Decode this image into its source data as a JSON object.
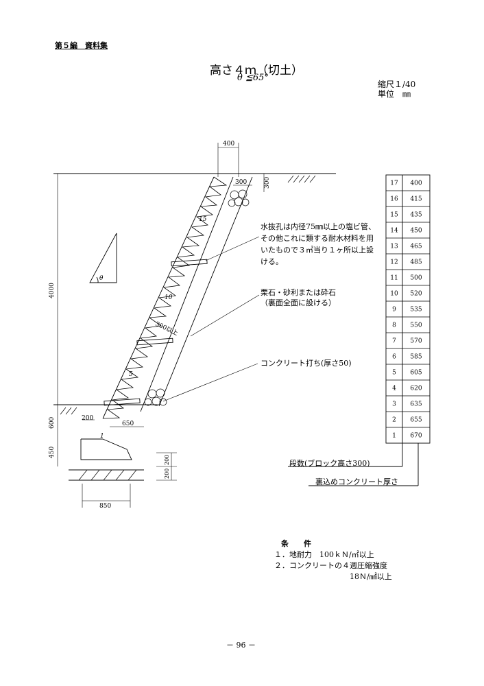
{
  "header": "第５編　資料集",
  "title": "高さ４ｍ（切土）",
  "subtitle": "θ ≦65°",
  "scale_label": "縮尺１/40",
  "unit_label": "単位　㎜",
  "dims": {
    "top_width": "400",
    "top_inner": "300",
    "top_right_height": "300",
    "height_total": "4000",
    "embed_height": "600",
    "base_height": "450",
    "toe_width": "200",
    "toe_offset": "650",
    "base_width": "850",
    "right_dim_upper": "200",
    "right_dim_lower": "200",
    "spacing_label": "300以上",
    "theta": "θ"
  },
  "block_marks": [
    "1",
    "5",
    "10",
    "15"
  ],
  "notes": {
    "drain": [
      "水抜孔は内径75㎜以上の塩ビ管、",
      "その他これに類する耐水材料を用",
      "いたもので３㎡当り１ヶ所以上設",
      "ける。"
    ],
    "gravel": [
      "栗石・砂利または砕石",
      "（裏面全面に設ける）"
    ],
    "concrete": "コンクリート打ち(厚さ50)"
  },
  "table": {
    "rows": [
      {
        "step": "17",
        "thickness": "400"
      },
      {
        "step": "16",
        "thickness": "415"
      },
      {
        "step": "15",
        "thickness": "435"
      },
      {
        "step": "14",
        "thickness": "450"
      },
      {
        "step": "13",
        "thickness": "465"
      },
      {
        "step": "12",
        "thickness": "485"
      },
      {
        "step": "11",
        "thickness": "500"
      },
      {
        "step": "10",
        "thickness": "520"
      },
      {
        "step": "9",
        "thickness": "535"
      },
      {
        "step": "8",
        "thickness": "550"
      },
      {
        "step": "7",
        "thickness": "570"
      },
      {
        "step": "6",
        "thickness": "585"
      },
      {
        "step": "5",
        "thickness": "605"
      },
      {
        "step": "4",
        "thickness": "620"
      },
      {
        "step": "3",
        "thickness": "635"
      },
      {
        "step": "2",
        "thickness": "655"
      },
      {
        "step": "1",
        "thickness": "670"
      }
    ],
    "label_steps": "段数(ブロック高さ300)",
    "label_thickness": "裏込めコンクリート厚さ"
  },
  "conditions": {
    "heading": "条　　件",
    "items": [
      "１．地耐力　100ｋＮ/㎡以上",
      "２．コンクリートの４週圧縮強度"
    ],
    "item2_value": "18Ｎ/㎟以上"
  },
  "page_number": "－ 96 －"
}
